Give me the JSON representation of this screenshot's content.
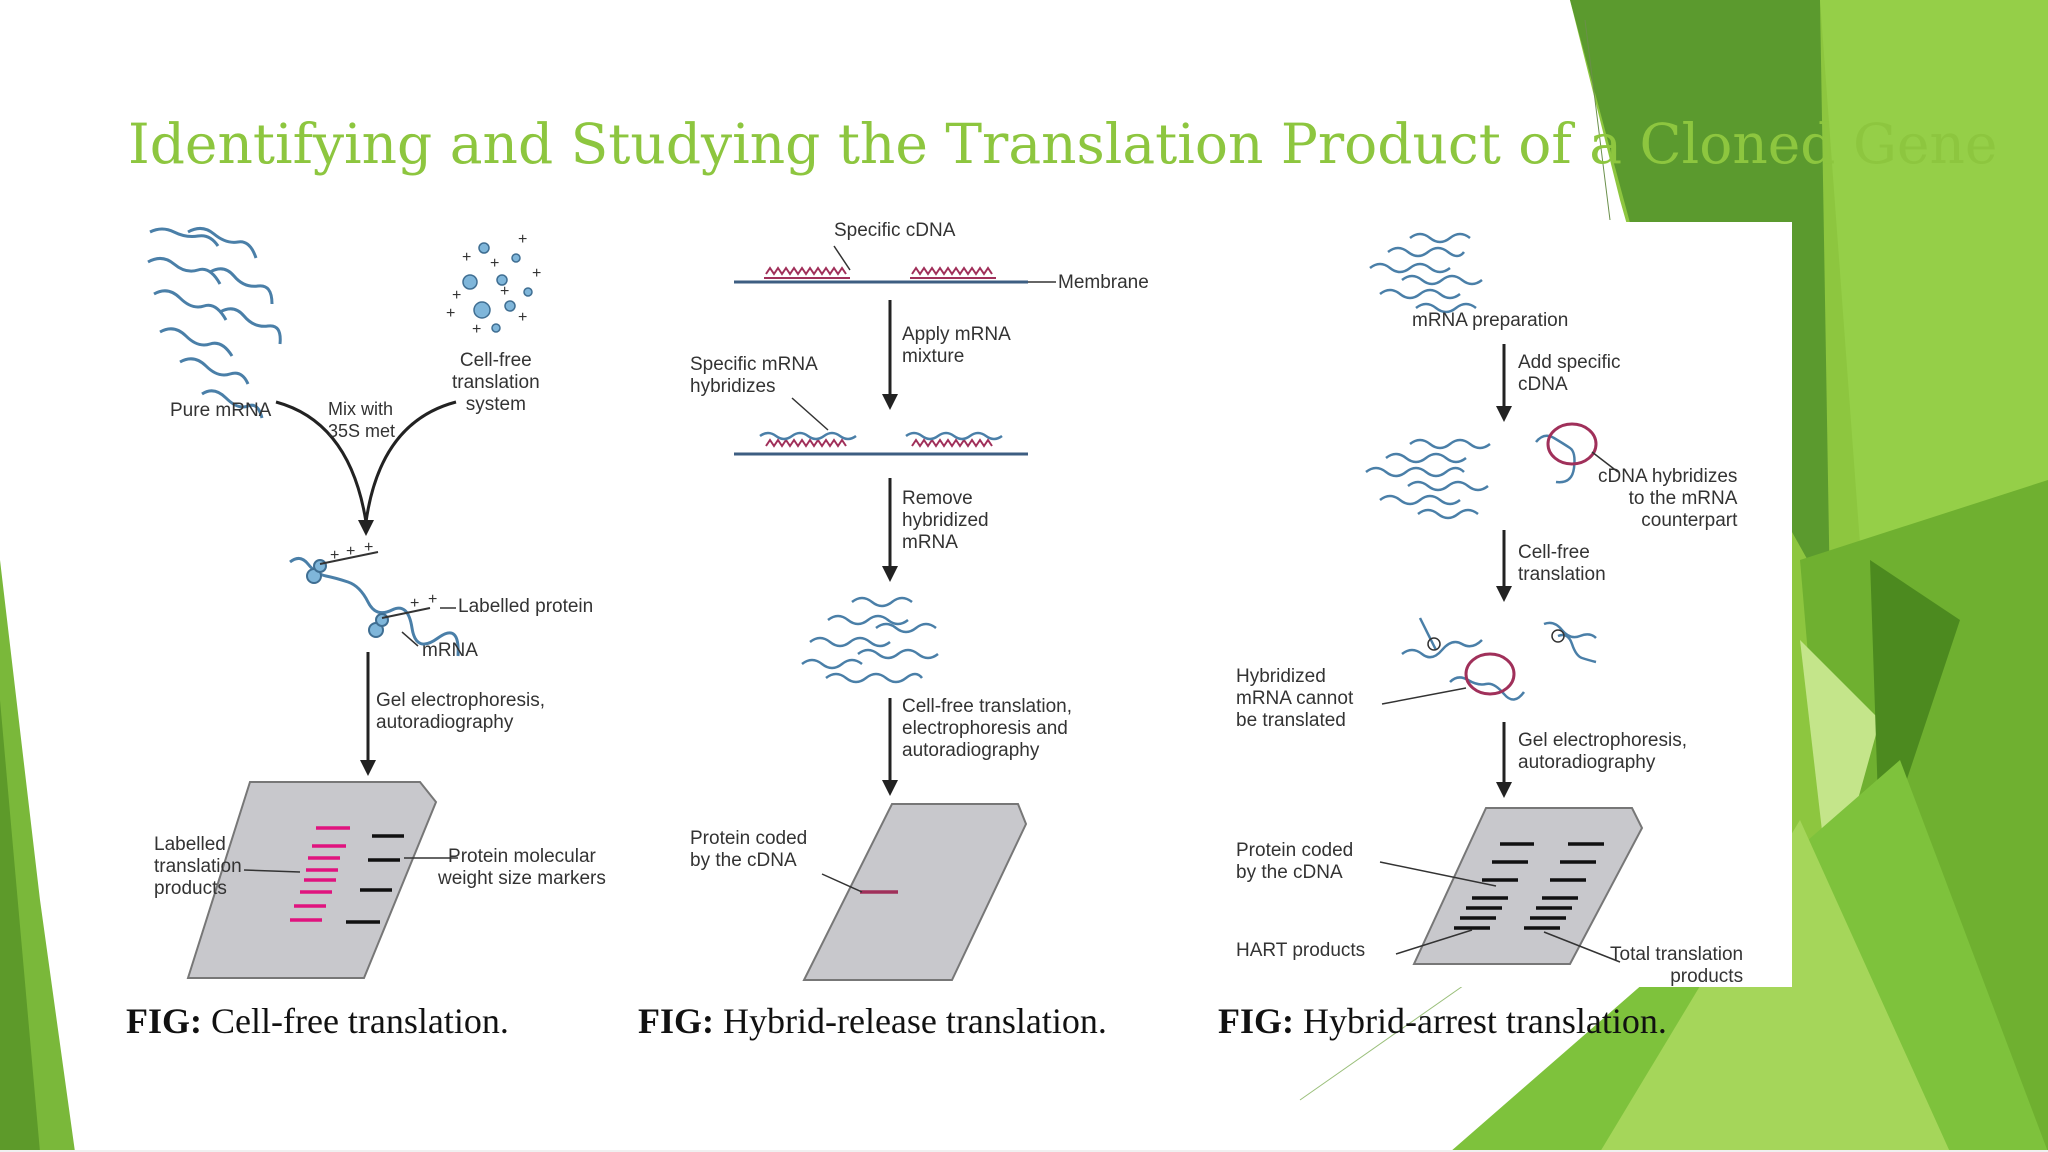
{
  "slide": {
    "title": "Identifying and Studying the Translation Product of a Cloned Gene",
    "accent_color": "#8dc63f"
  },
  "figures": [
    {
      "labels": {
        "pure_mrna": "Pure mRNA",
        "mix_with": "Mix with\n35S met",
        "cell_free_system": "Cell-free\ntranslation\nsystem",
        "labelled_protein": "Labelled protein",
        "mrna": "mRNA",
        "gel": "Gel electrophoresis,\nautoradiography",
        "labelled_products": "Labelled\ntranslation\nproducts",
        "markers": "Protein molecular\nweight size markers"
      },
      "caption_prefix": "FIG:",
      "caption": "Cell-free translation."
    },
    {
      "labels": {
        "specific_cdna": "Specific cDNA",
        "membrane": "Membrane",
        "apply": "Apply mRNA\nmixture",
        "hybridizes": "Specific mRNA\nhybridizes",
        "remove": "Remove\nhybridized\nmRNA",
        "translation": "Cell-free translation,\nelectrophoresis and\nautoradiography",
        "protein_coded": "Protein coded\nby the cDNA"
      },
      "caption_prefix": "FIG:",
      "caption": "Hybrid-release translation."
    },
    {
      "labels": {
        "prep": "mRNA preparation",
        "add_cdna": "Add specific\ncDNA",
        "cdna_hybridizes": "cDNA hybridizes\nto the mRNA\ncounterpart",
        "cell_free": "Cell-free\ntranslation",
        "cannot": "Hybridized\nmRNA cannot\nbe translated",
        "gel": "Gel electrophoresis,\nautoradiography",
        "protein_coded": "Protein coded\nby the cDNA",
        "hart": "HART products",
        "total": "Total translation\nproducts"
      },
      "caption_prefix": "FIG:",
      "caption": "Hybrid-arrest translation."
    }
  ],
  "colors": {
    "mrna": "#4a7fa8",
    "cdna": "#a0305a",
    "band_labelled": "#e0137e",
    "gel": "#c8c8cc",
    "green_dark": "#4e8a22",
    "green_light": "#b8df70"
  }
}
